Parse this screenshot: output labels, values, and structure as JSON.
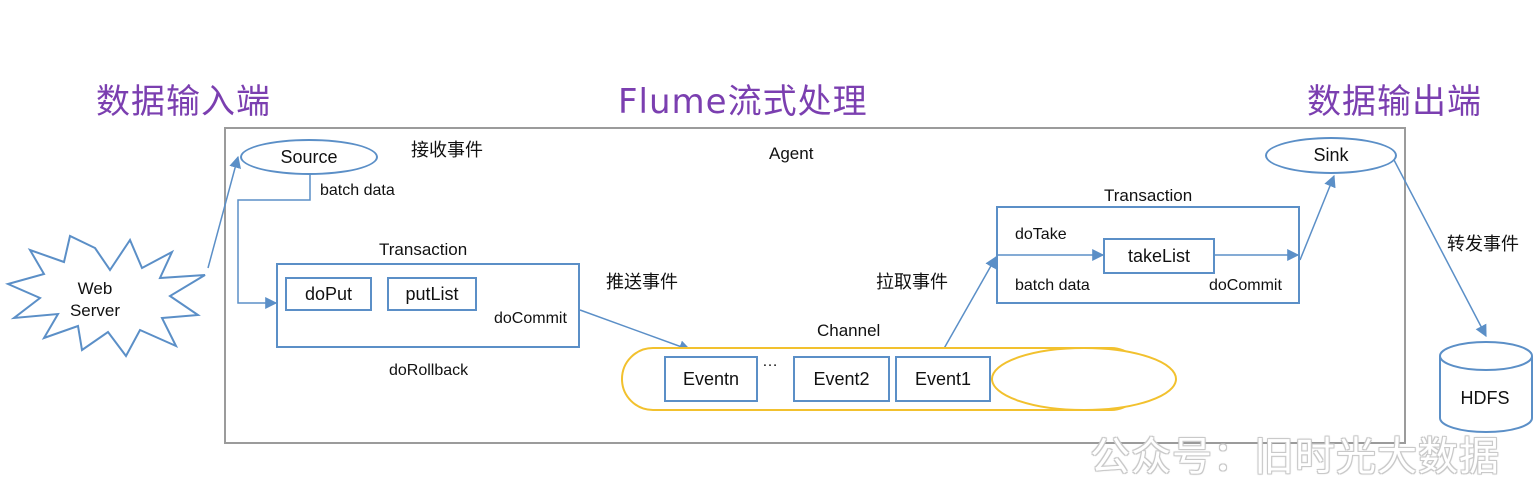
{
  "headings": {
    "input_side": "数据输入端",
    "flume": "Flume流式处理",
    "output_side": "数据输出端"
  },
  "agent": {
    "label": "Agent"
  },
  "web_server": {
    "line1": "Web",
    "line2": "Server"
  },
  "source": {
    "label": "Source",
    "receive_label": "接收事件",
    "batch_label": "batch data"
  },
  "put_transaction": {
    "title": "Transaction",
    "do_put": "doPut",
    "put_list": "putList",
    "do_commit": "doCommit",
    "do_rollback": "doRollback"
  },
  "push_label": "推送事件",
  "pull_label": "拉取事件",
  "channel": {
    "label": "Channel",
    "events": [
      "Eventn",
      "Event2",
      "Event1"
    ],
    "ellipsis": "…"
  },
  "take_transaction": {
    "title": "Transaction",
    "do_take": "doTake",
    "take_list": "takeList",
    "batch_label": "batch data",
    "do_commit": "doCommit"
  },
  "sink": {
    "label": "Sink",
    "forward_label": "转发事件"
  },
  "hdfs": {
    "label": "HDFS"
  },
  "watermark": "公众号：旧时光大数据",
  "colors": {
    "heading": "#7b3fb0",
    "box_border": "#5b8fc7",
    "channel": "#f2c12e",
    "frame": "#9b9b9b"
  }
}
